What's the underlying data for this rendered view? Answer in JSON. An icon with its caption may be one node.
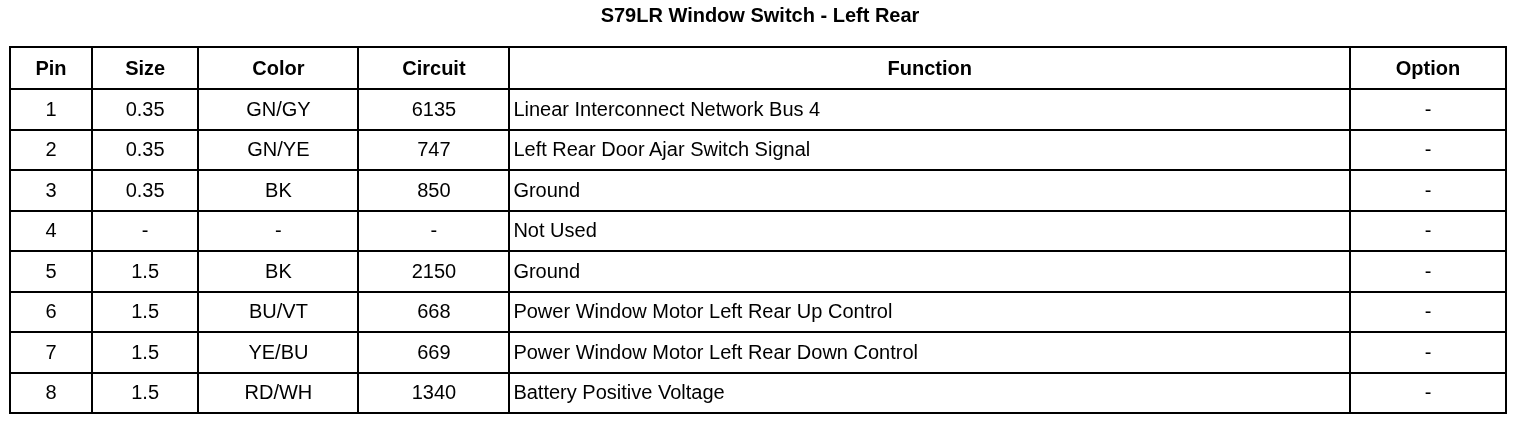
{
  "diagram": {
    "title": "S79LR Window Switch - Left Rear",
    "labels": [
      "Pin",
      "Size",
      "Color",
      "Circuit",
      "Function",
      "Option",
      "1",
      "0.35",
      "GN/GY",
      "6135",
      "Linear Interconnect Network Bus 4",
      "-",
      "2",
      "0.35",
      "GN/YE",
      "747",
      "Left Rear Door Ajar Switch Signal",
      "-",
      "3",
      "0.35",
      "BK",
      "850",
      "Ground",
      "-",
      "4",
      "-",
      "-",
      "-",
      "Not Used",
      "-",
      "5",
      "1.5",
      "BK",
      "2150",
      "Ground",
      "-",
      "6",
      "1.5",
      "BU/VT",
      "668",
      "Power Window Motor Left Rear Up Control",
      "-",
      "7",
      "1.5",
      "YE/BU",
      "669",
      "Power Window Motor Left Rear Down Control",
      "-",
      "8",
      "1.5",
      "RD/WH",
      "1340",
      "Battery Positive Voltage",
      "-"
    ]
  }
}
